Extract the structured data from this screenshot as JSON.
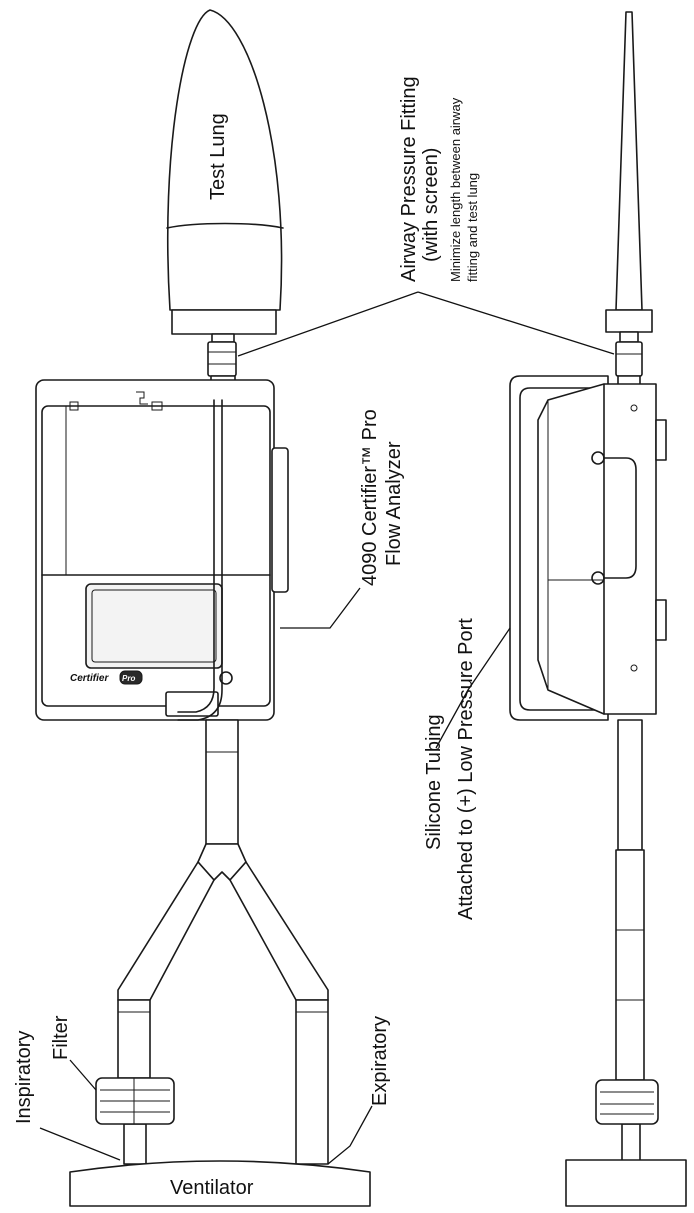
{
  "labels": {
    "test_lung": "Test Lung",
    "airway_fitting_line1": "Airway Pressure Fitting",
    "airway_fitting_line2": "(with screen)",
    "airway_note_line1": "Minimize length between airway",
    "airway_note_line2": "fitting and test lung",
    "analyzer_line1": "4090 Certifier™ Pro",
    "analyzer_line2": "Flow Analyzer",
    "silicone_line1": "Silicone Tubing",
    "silicone_line2": "Attached to (+) Low Pressure Port",
    "inspiratory": "Inspiratory",
    "filter": "Filter",
    "expiratory": "Expiratory",
    "ventilator": "Ventilator",
    "device_logo": "Certifier",
    "device_logo_badge": "Pro"
  }
}
